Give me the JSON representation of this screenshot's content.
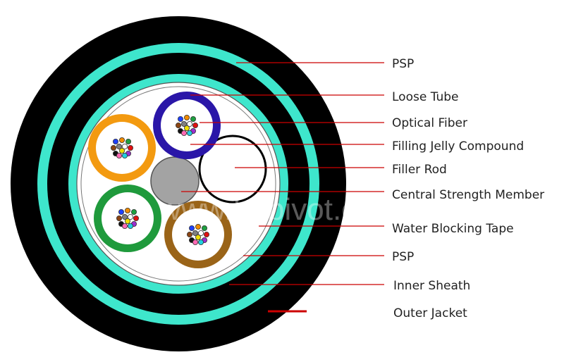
{
  "labels": [
    {
      "id": "psp-outer",
      "text": "PSP"
    },
    {
      "id": "loose-tube",
      "text": "Loose Tube"
    },
    {
      "id": "optical-fiber",
      "text": "Optical Fiber"
    },
    {
      "id": "filling-jelly",
      "text": "Filling Jelly Compound"
    },
    {
      "id": "filler-rod",
      "text": "Filler Rod"
    },
    {
      "id": "central-strength",
      "text": "Central Strength Member"
    },
    {
      "id": "water-blocking",
      "text": "Water Blocking Tape"
    },
    {
      "id": "psp-inner",
      "text": "PSP"
    },
    {
      "id": "inner-sheath",
      "text": "Inner Sheath"
    },
    {
      "id": "outer-jacket",
      "text": "Outer Jacket"
    }
  ],
  "watermark": "www.fs-pivot.com",
  "colors": {
    "jacket": "#000000",
    "psp": "#3ee6cc",
    "leader": "#cc0000",
    "tube_blue": "#2a16a8",
    "tube_orange": "#f39a10",
    "tube_green": "#1f9a3c",
    "tube_brown": "#9a6418",
    "central": "#a3a3a3"
  }
}
